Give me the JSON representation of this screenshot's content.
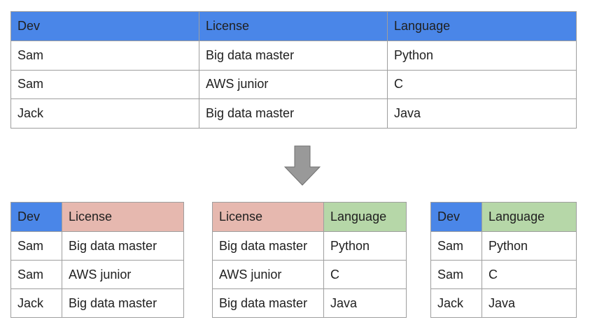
{
  "colors": {
    "blue_header": "#4a86e8",
    "red_header": "#e6b8af",
    "green_header": "#b6d7a8",
    "arrow": "#999999"
  },
  "main_table": {
    "headers": [
      "Dev",
      "License",
      "Language"
    ],
    "rows": [
      [
        "Sam",
        "Big data master",
        "Python"
      ],
      [
        "Sam",
        "AWS junior",
        "C"
      ],
      [
        "Jack",
        "Big data master",
        "Java"
      ]
    ]
  },
  "arrow_icon": "down-arrow-icon",
  "table_dev_license": {
    "headers": [
      "Dev",
      "License"
    ],
    "rows": [
      [
        "Sam",
        "Big data master"
      ],
      [
        "Sam",
        "AWS junior"
      ],
      [
        "Jack",
        "Big data master"
      ]
    ]
  },
  "table_license_language": {
    "headers": [
      "License",
      "Language"
    ],
    "rows": [
      [
        "Big data master",
        "Python"
      ],
      [
        "AWS junior",
        "C"
      ],
      [
        "Big data master",
        "Java"
      ]
    ]
  },
  "table_dev_language": {
    "headers": [
      "Dev",
      "Language"
    ],
    "rows": [
      [
        "Sam",
        "Python"
      ],
      [
        "Sam",
        "C"
      ],
      [
        "Jack",
        "Java"
      ]
    ]
  }
}
